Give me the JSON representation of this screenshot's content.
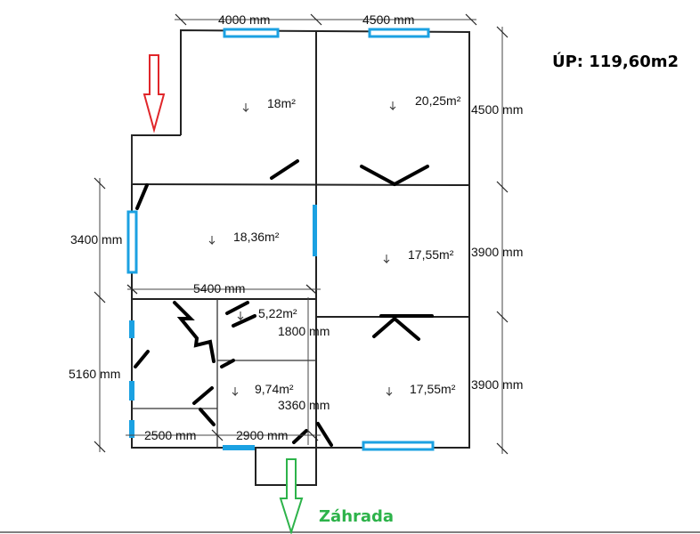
{
  "plan": {
    "total_area": "ÚP: 119,60m2",
    "garden_label": "Záhrada",
    "dimensions": {
      "top_left": "4000 mm",
      "top_right": "4500 mm",
      "right_top": "4500 mm",
      "right_middle": "3900 mm",
      "right_bottom": "3900 mm",
      "left_middle": "3400 mm",
      "left_bottom": "5160 mm",
      "middle_width": "5400 mm",
      "small_room_height": "1800 mm",
      "bath_height": "3360 mm",
      "bottom_left": "2500 mm",
      "bottom_middle": "2900 mm"
    },
    "rooms": [
      {
        "area": "18m²"
      },
      {
        "area": "20,25m²"
      },
      {
        "area": "18,36m²"
      },
      {
        "area": "17,55m²"
      },
      {
        "area": "5,22m²"
      },
      {
        "area": "9,74m²"
      },
      {
        "area": "17,55m²"
      }
    ],
    "colors": {
      "walls": "#222222",
      "windows": "#1ba1e2",
      "entrance_arrow": "#e0262a",
      "garden_arrow": "#2db34a"
    }
  }
}
